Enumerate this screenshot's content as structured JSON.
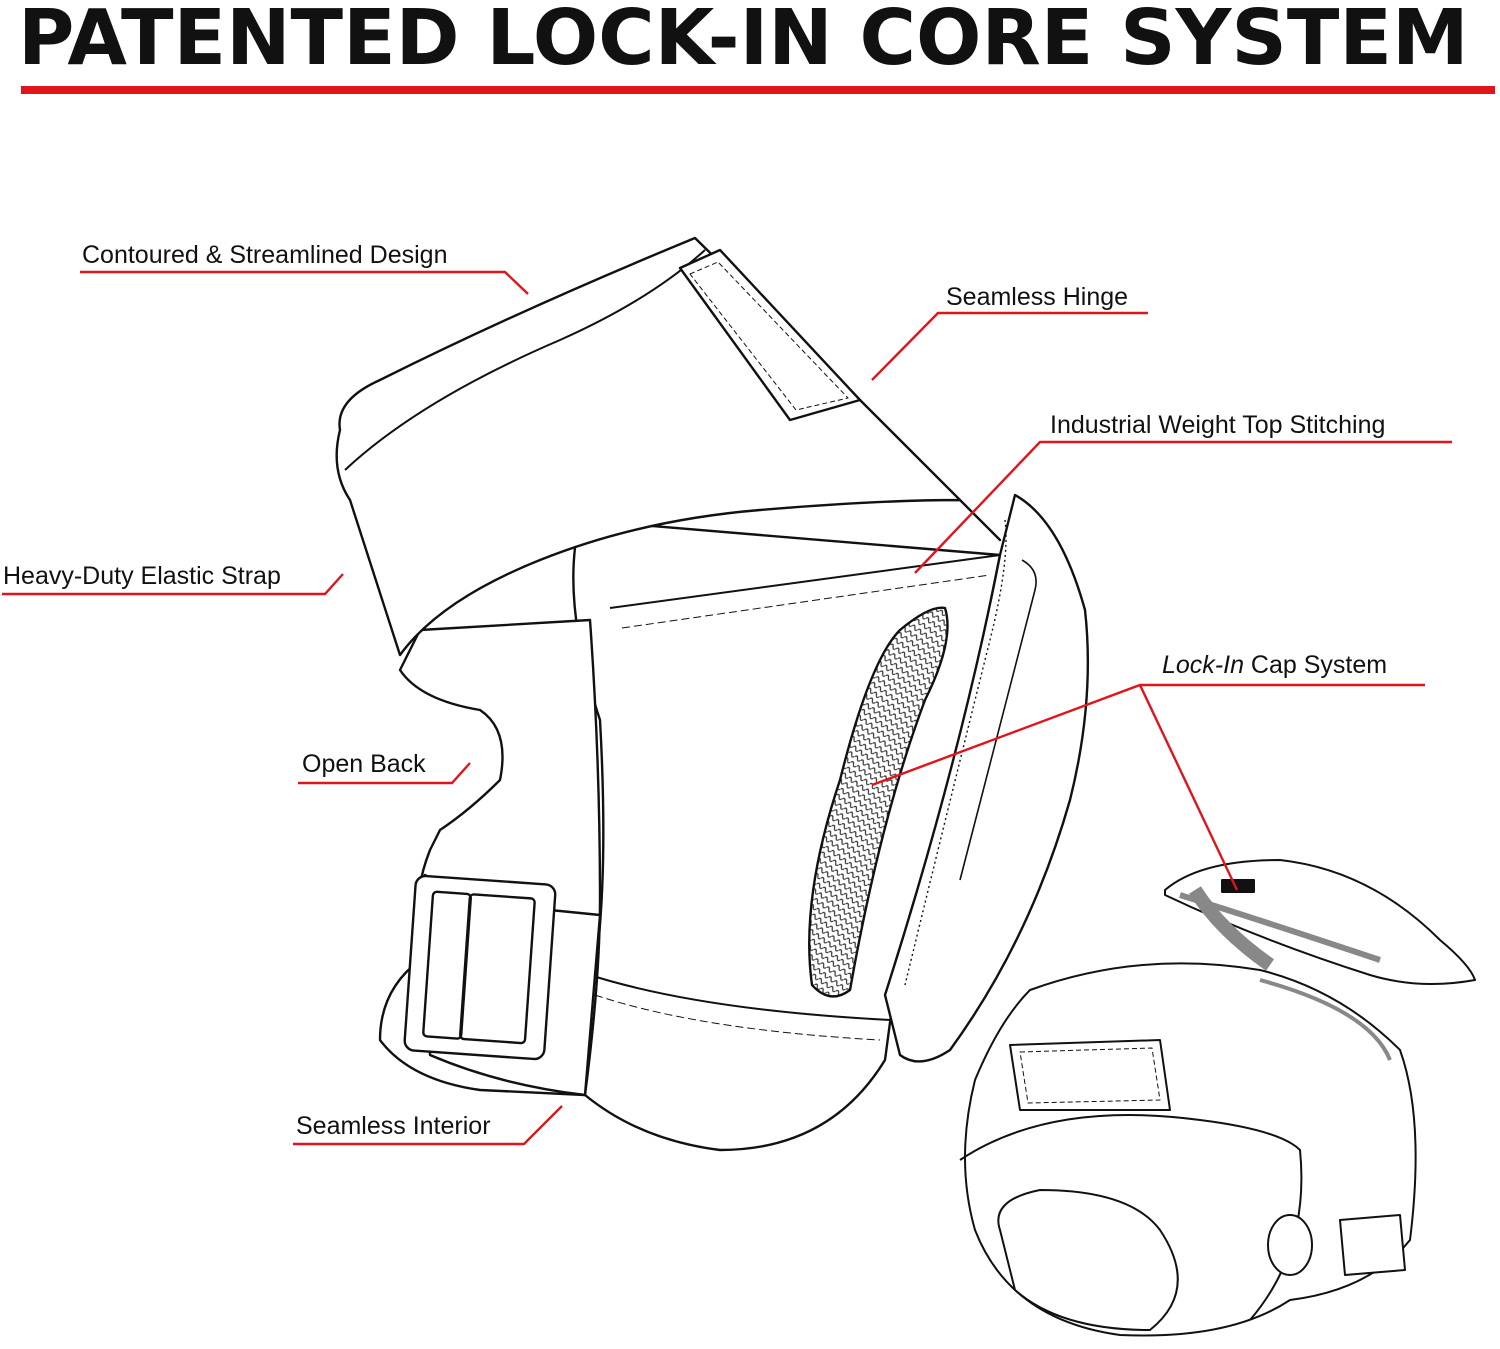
{
  "title": "PATENTED LOCK-IN CORE SYSTEM",
  "colors": {
    "accent": "#e0141b",
    "ink": "#111111",
    "background": "#ffffff"
  },
  "callouts": {
    "contoured": "Contoured & Streamlined Design",
    "seamless_hinge": "Seamless Hinge",
    "stitching": "Industrial Weight Top Stitching",
    "elastic_strap": "Heavy-Duty Elastic Strap",
    "lock_in_italic": "Lock-In",
    "lock_in_rest": " Cap System",
    "open_back": "Open Back",
    "seamless_interior": "Seamless Interior"
  },
  "illustrations": {
    "main": "knee-pad-side-view",
    "inset": "knee-pad-with-cap-detached"
  }
}
